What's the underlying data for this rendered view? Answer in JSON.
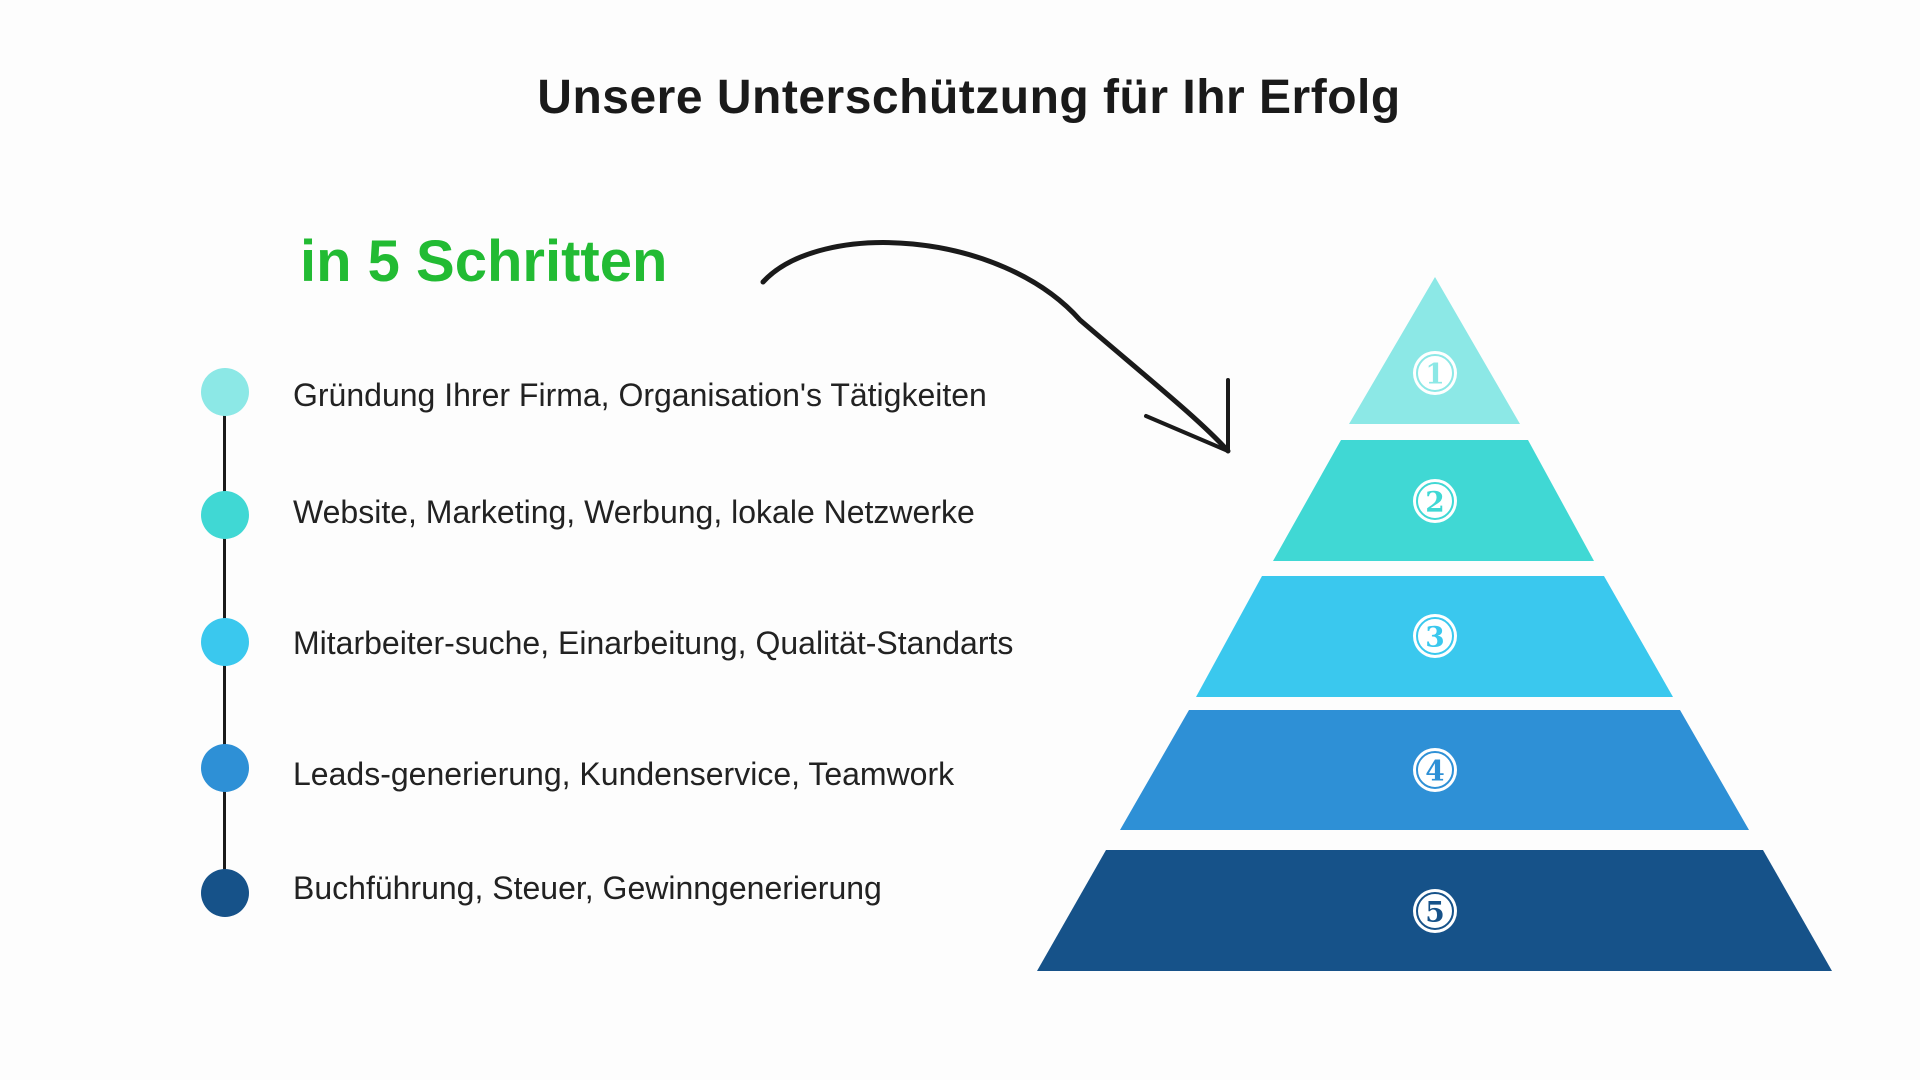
{
  "title": "Unsere Unterschützung für Ihr Erfolg",
  "subtitle": "in 5 Schritten",
  "steps": [
    {
      "number": "1",
      "label": "Gründung Ihrer Firma, Organisation's Tätigkeiten",
      "color": "#8ce8e6"
    },
    {
      "number": "2",
      "label": "Website, Marketing, Werbung, lokale Netzwerke",
      "color": "#40d8d4"
    },
    {
      "number": "3",
      "label": "Mitarbeiter-suche, Einarbeitung, Qualität-Standarts",
      "color": "#3ac8ee"
    },
    {
      "number": "4",
      "label": "Leads-generierung, Kundenservice, Teamwork",
      "color": "#2e90d6"
    },
    {
      "number": "5",
      "label": "Buchführung, Steuer, Gewinngenerierung",
      "color": "#165289"
    }
  ],
  "colors": {
    "subtitle": "#22bb33",
    "text": "#222222"
  }
}
